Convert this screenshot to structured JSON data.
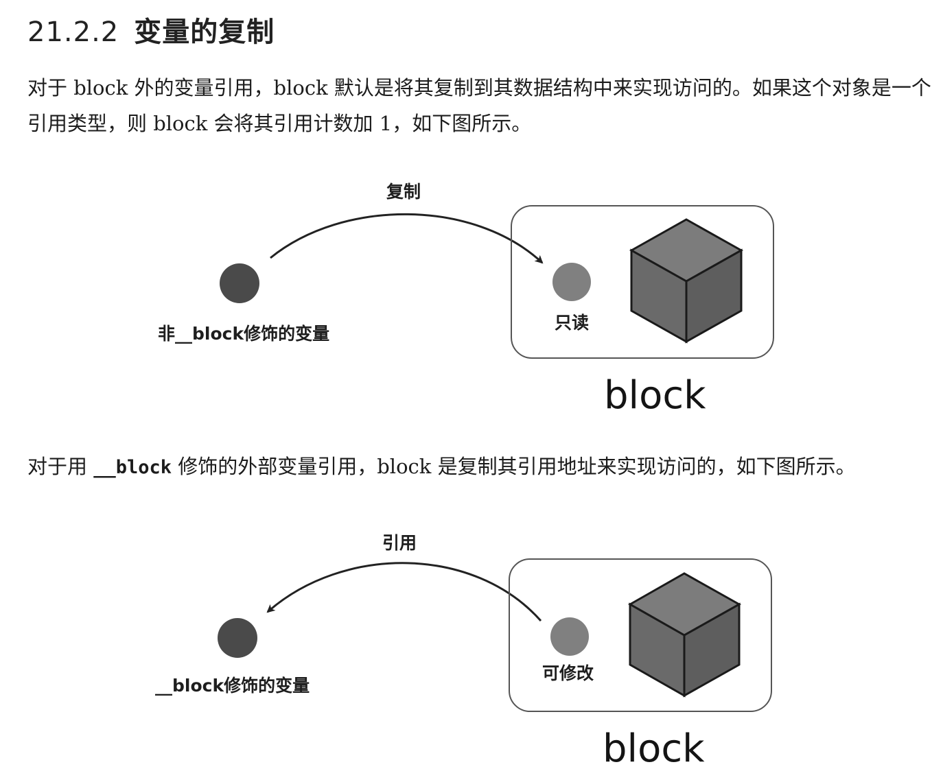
{
  "section": {
    "number": "21.2.2",
    "title": "变量的复制"
  },
  "para1": {
    "text": "对于 block 外的变量引用，block 默认是将其复制到其数据结构中来实现访问的。如果这个对象是一个引用类型，则 block 会将其引用计数加 1，如下图所示。"
  },
  "para2": {
    "before": "对于用 ",
    "code": "__block",
    "after": " 修饰的外部变量引用，block 是复制其引用地址来实现访问的，如下图所示。"
  },
  "diagram1": {
    "arrow_label": "复制",
    "outer_variable_label": "非__block修饰的变量",
    "inner_variable_label": "只读",
    "container_label": "block"
  },
  "diagram2": {
    "arrow_label": "引用",
    "outer_variable_label": "__block修饰的变量",
    "inner_variable_label": "可修改",
    "container_label": "block"
  },
  "colors": {
    "outer_dot": "#4a4a4a",
    "inner_dot": "#808080",
    "cube_front": "#6a6a6a",
    "cube_top": "#7c7c7c",
    "cube_side": "#5e5e5e",
    "container_border": "#555555"
  }
}
